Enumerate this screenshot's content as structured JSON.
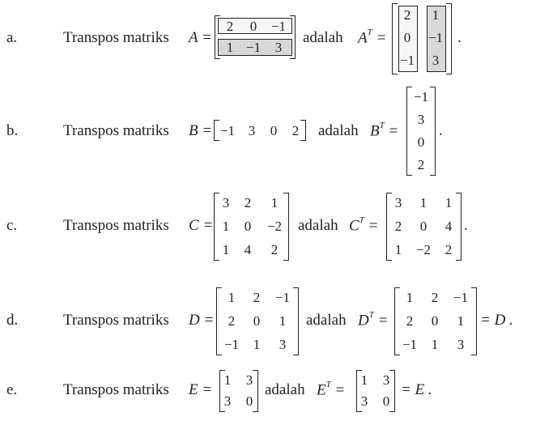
{
  "items": [
    {
      "label": "a.",
      "text": "Transpos matriks",
      "name": "A",
      "mid": "adalah",
      "tname": "A",
      "sup": "T",
      "matrix": [
        [
          "2",
          "0",
          "−1"
        ],
        [
          "1",
          "−1",
          "3"
        ]
      ],
      "transpose": [
        [
          "2",
          "1"
        ],
        [
          "0",
          "−1"
        ],
        [
          "−1",
          "3"
        ]
      ],
      "suffix": "."
    },
    {
      "label": "b.",
      "text": "Transpos matriks",
      "name": "B",
      "mid": "adalah",
      "tname": "B",
      "sup": "T",
      "matrix": [
        [
          "−1",
          "3",
          "0",
          "2"
        ]
      ],
      "transpose": [
        [
          "−1"
        ],
        [
          "3"
        ],
        [
          "0"
        ],
        [
          "2"
        ]
      ],
      "suffix": "."
    },
    {
      "label": "c.",
      "text": "Transpos matriks",
      "name": "C",
      "mid": "adalah",
      "tname": "C",
      "sup": "T",
      "matrix": [
        [
          "3",
          "2",
          "1"
        ],
        [
          "1",
          "0",
          "−2"
        ],
        [
          "1",
          "4",
          "2"
        ]
      ],
      "transpose": [
        [
          "3",
          "1",
          "1"
        ],
        [
          "2",
          "0",
          "4"
        ],
        [
          "1",
          "−2",
          "2"
        ]
      ],
      "suffix": "."
    },
    {
      "label": "d.",
      "text": "Transpos matriks",
      "name": "D",
      "mid": "adalah",
      "tname": "D",
      "sup": "T",
      "matrix": [
        [
          "1",
          "2",
          "−1"
        ],
        [
          "2",
          "0",
          "1"
        ],
        [
          "−1",
          "1",
          "3"
        ]
      ],
      "transpose": [
        [
          "1",
          "2",
          "−1"
        ],
        [
          "2",
          "0",
          "1"
        ],
        [
          "−1",
          "1",
          "3"
        ]
      ],
      "suffix": "= D ."
    },
    {
      "label": "e.",
      "text": "Transpos matriks",
      "name": "E",
      "mid": "adalah",
      "tname": "E",
      "sup": "T",
      "matrix": [
        [
          "1",
          "3"
        ],
        [
          "3",
          "0"
        ]
      ],
      "transpose": [
        [
          "1",
          "3"
        ],
        [
          "3",
          "0"
        ]
      ],
      "suffix": "= E ."
    }
  ]
}
